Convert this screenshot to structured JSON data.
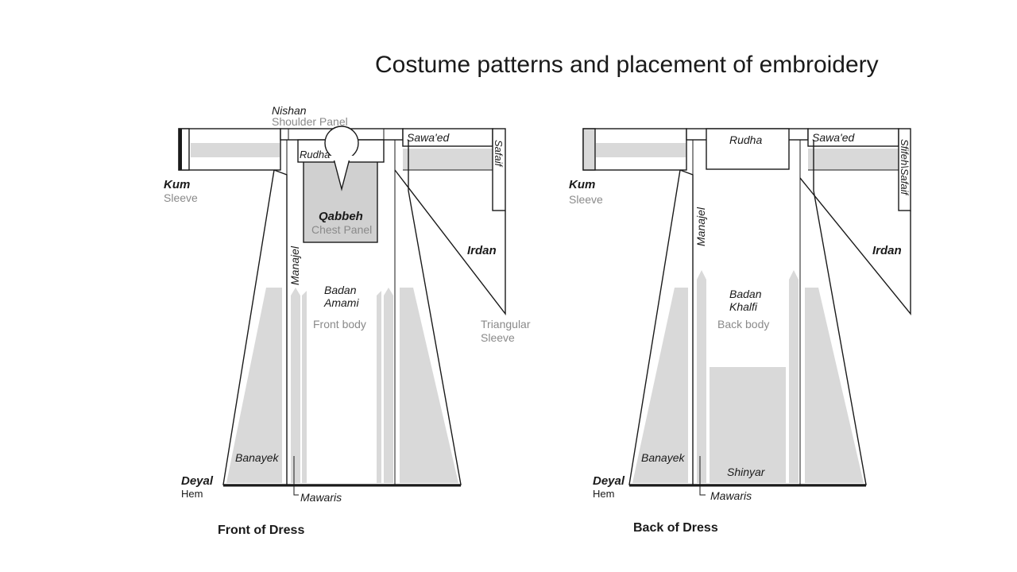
{
  "title": "Costume patterns and placement of embroidery",
  "front": {
    "caption": "Front of Dress",
    "nishan": "Nishan",
    "shoulder_panel": "Shoulder Panel",
    "rudha": "Rudha",
    "sawaed": "Sawa'ed",
    "safaif": "Safaif",
    "kum": "Kum",
    "sleeve": "Sleeve",
    "qabbeh": "Qabbeh",
    "chest_panel": "Chest Panel",
    "irdan": "Irdan",
    "manajel": "Manajel",
    "badan": "Badan",
    "amami": "Amami",
    "front_body": "Front body",
    "triangular": "Triangular",
    "triangular_sleeve": "Sleeve",
    "banayek": "Banayek",
    "deyal": "Deyal",
    "hem": "Hem",
    "mawaris": "Mawaris"
  },
  "back": {
    "caption": "Back of Dress",
    "rudha": "Rudha",
    "sawaed": "Sawa'ed",
    "sfifeh_safaif": "Sfifeh\\Safaif",
    "kum": "Kum",
    "sleeve": "Sleeve",
    "manajel": "Manajel",
    "irdan": "Irdan",
    "badan": "Badan",
    "khalfi": "Khalfi",
    "back_body": "Back body",
    "banayek": "Banayek",
    "shinyar": "Shinyar",
    "deyal": "Deyal",
    "hem": "Hem",
    "mawaris": "Mawaris"
  }
}
